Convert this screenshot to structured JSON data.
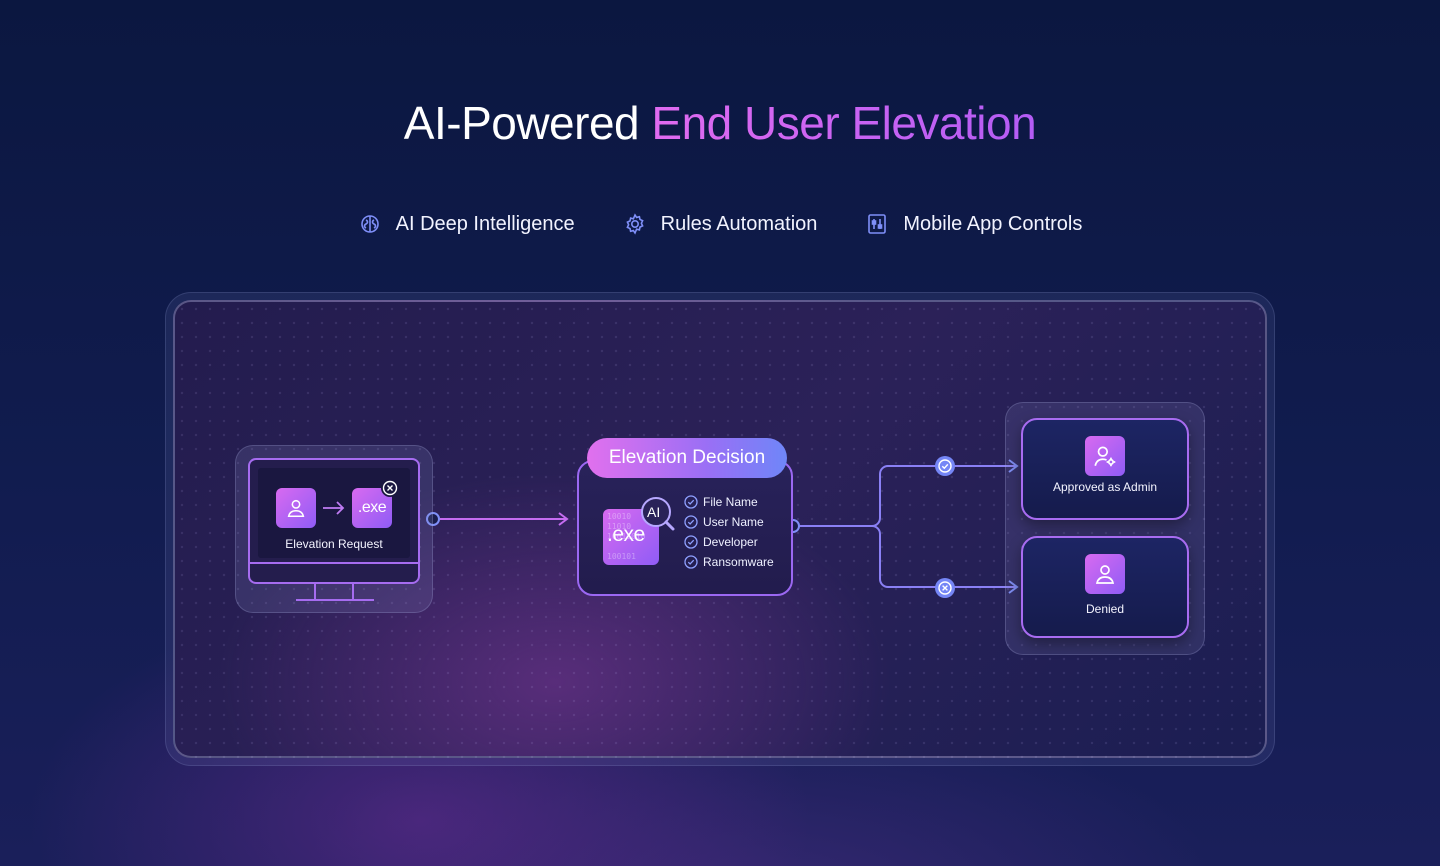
{
  "title": {
    "prefix": "AI-Powered",
    "highlight": "End User Elevation"
  },
  "features": [
    {
      "icon": "brain-icon",
      "label": "AI Deep Intelligence"
    },
    {
      "icon": "gear-icon",
      "label": "Rules Automation"
    },
    {
      "icon": "sliders-icon",
      "label": "Mobile App Controls"
    }
  ],
  "request": {
    "label": "Elevation Request",
    "file_ext": ".exe"
  },
  "decision": {
    "title": "Elevation Decision",
    "file_ext": ".exe",
    "badge": "AI",
    "binary_text": [
      "10010",
      "11010",
      "10011010",
      "100101"
    ],
    "checks": [
      "File Name",
      "User Name",
      "Developer",
      "Ransomware"
    ]
  },
  "outcomes": [
    {
      "label": "Approved as Admin",
      "icon": "user-admin-icon",
      "status": "approved"
    },
    {
      "label": "Denied",
      "icon": "user-icon",
      "status": "denied"
    }
  ],
  "colors": {
    "accent_pink": "#e06bf0",
    "accent_purple": "#9b68f2",
    "connector_blue": "#6f86f8",
    "background": "#0b1740"
  }
}
